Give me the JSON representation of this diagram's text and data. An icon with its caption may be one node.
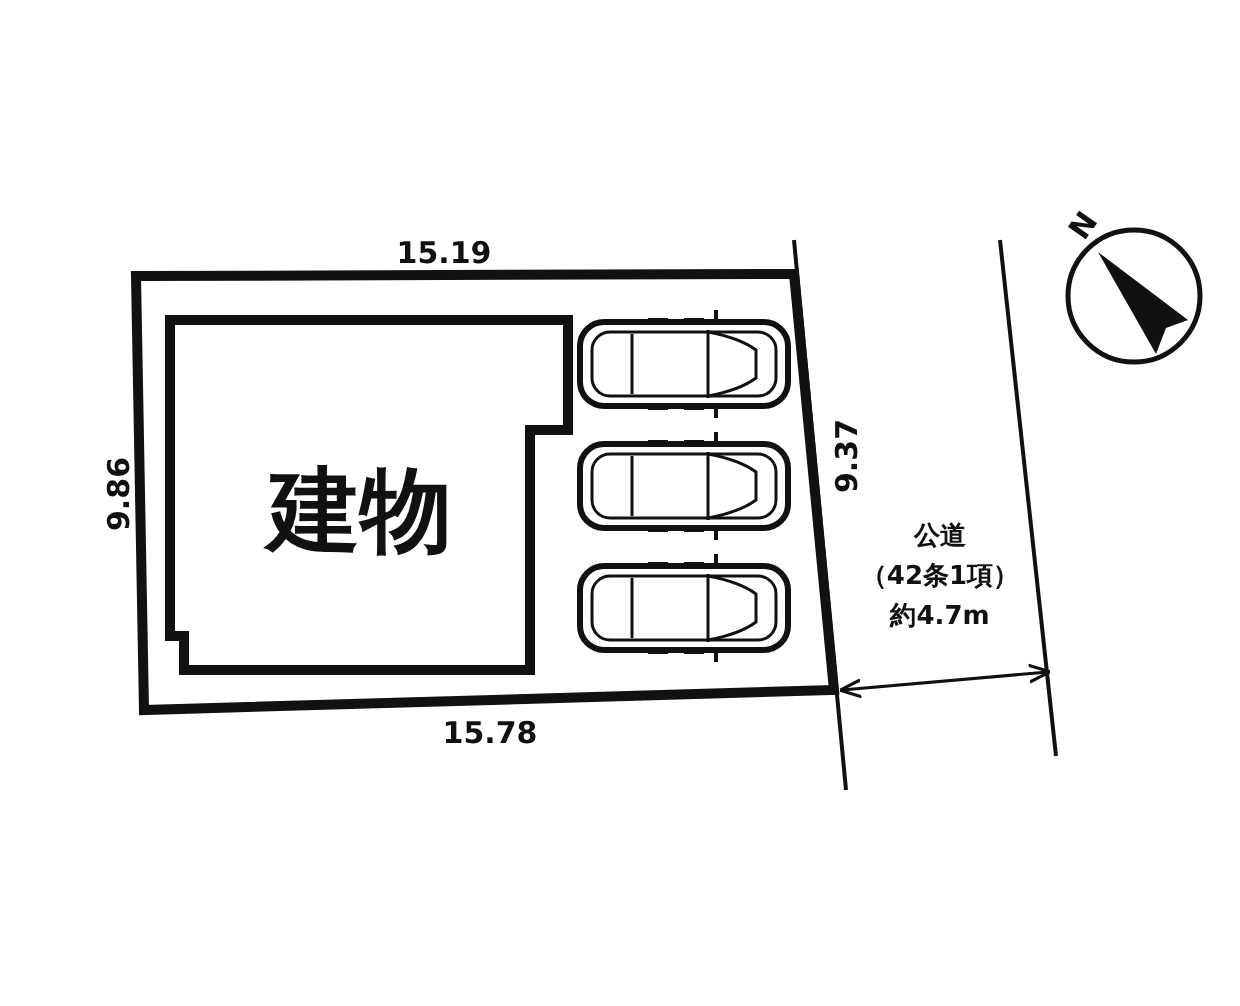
{
  "diagram": {
    "nodes": [
      {
        "text": [],
        "shape": "box"
      },
      {
        "text": [
          "建物"
        ],
        "in": 0
      },
      {
        "text": [
          "公道",
          "（42条1項）",
          "約4.7m"
        ]
      }
    ],
    "labels": [
      "15.19",
      "N",
      "9.86",
      "9.37",
      "15.78"
    ]
  }
}
